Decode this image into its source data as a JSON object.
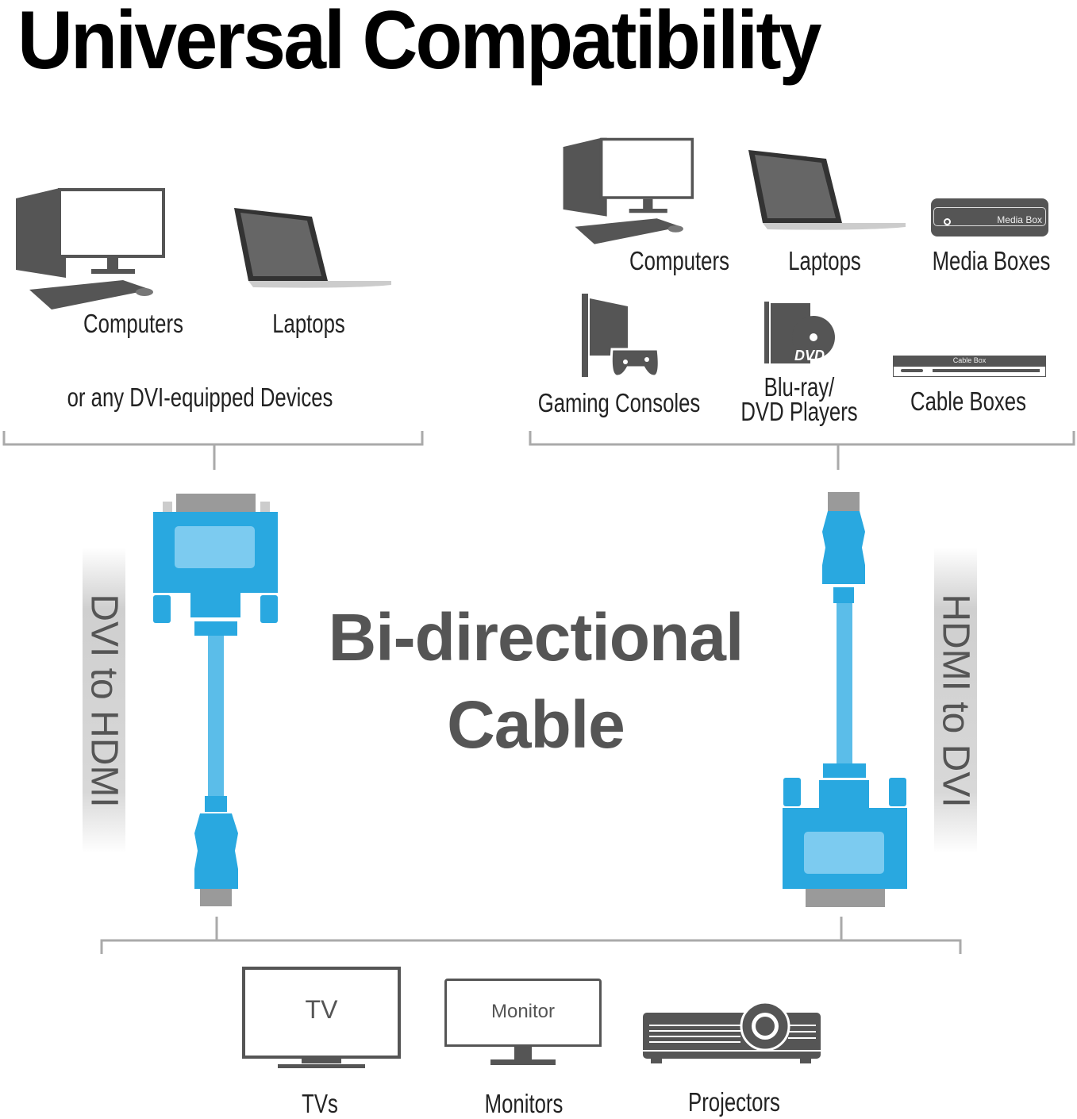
{
  "title": "Universal Compatibility",
  "source_left": {
    "devices": [
      {
        "label": "Computers",
        "icon": "desktop-computer-icon"
      },
      {
        "label": "Laptops",
        "icon": "laptop-icon"
      }
    ],
    "note": "or any DVI-equipped Devices"
  },
  "source_right": {
    "devices": [
      {
        "label": "Computers",
        "icon": "desktop-computer-icon"
      },
      {
        "label": "Laptops",
        "icon": "laptop-icon"
      },
      {
        "label": "Media Boxes",
        "icon": "media-box-icon",
        "icon_text": "Media Box"
      },
      {
        "label": "Gaming Consoles",
        "icon": "game-console-icon"
      },
      {
        "label_line1": "Blu-ray/",
        "label_line2": "DVD Players",
        "icon": "dvd-player-icon",
        "icon_text": "DVD"
      },
      {
        "label": "Cable Boxes",
        "icon": "cable-box-icon",
        "icon_text": "Cable Box"
      }
    ]
  },
  "center": {
    "line1": "Bi-directional",
    "line2": "Cable"
  },
  "side_labels": {
    "left": "DVI to HDMI",
    "right": "HDMI to DVI"
  },
  "displays": [
    {
      "label": "TVs",
      "icon": "tv-icon",
      "icon_text": "TV"
    },
    {
      "label": "Monitors",
      "icon": "monitor-icon",
      "icon_text": "Monitor"
    },
    {
      "label": "Projectors",
      "icon": "projector-icon"
    }
  ],
  "colors": {
    "connector": "#29a8e0",
    "connector_light": "#7ccbf0",
    "icon": "#555555",
    "bracket": "#aaaaaa"
  }
}
